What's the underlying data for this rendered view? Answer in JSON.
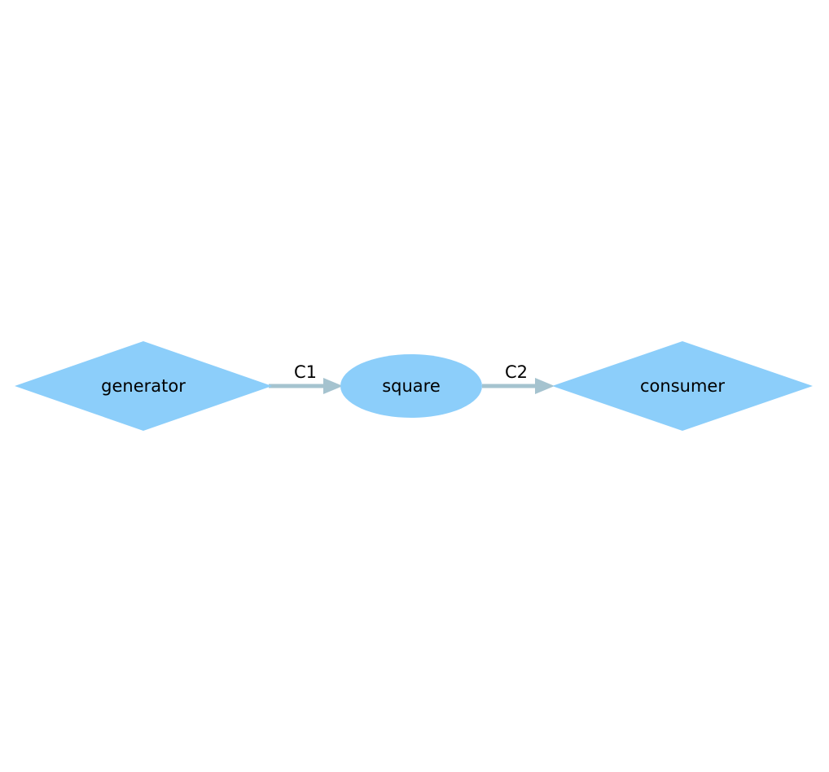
{
  "colors": {
    "node_fill": "#8ccefa",
    "edge_stroke": "#a5c3cf",
    "text": "#000000",
    "background": "#ffffff"
  },
  "nodes": {
    "generator": {
      "label": "generator",
      "shape": "diamond"
    },
    "square": {
      "label": "square",
      "shape": "ellipse"
    },
    "consumer": {
      "label": "consumer",
      "shape": "diamond"
    }
  },
  "edges": [
    {
      "from": "generator",
      "to": "square",
      "label": "C1"
    },
    {
      "from": "square",
      "to": "consumer",
      "label": "C2"
    }
  ]
}
